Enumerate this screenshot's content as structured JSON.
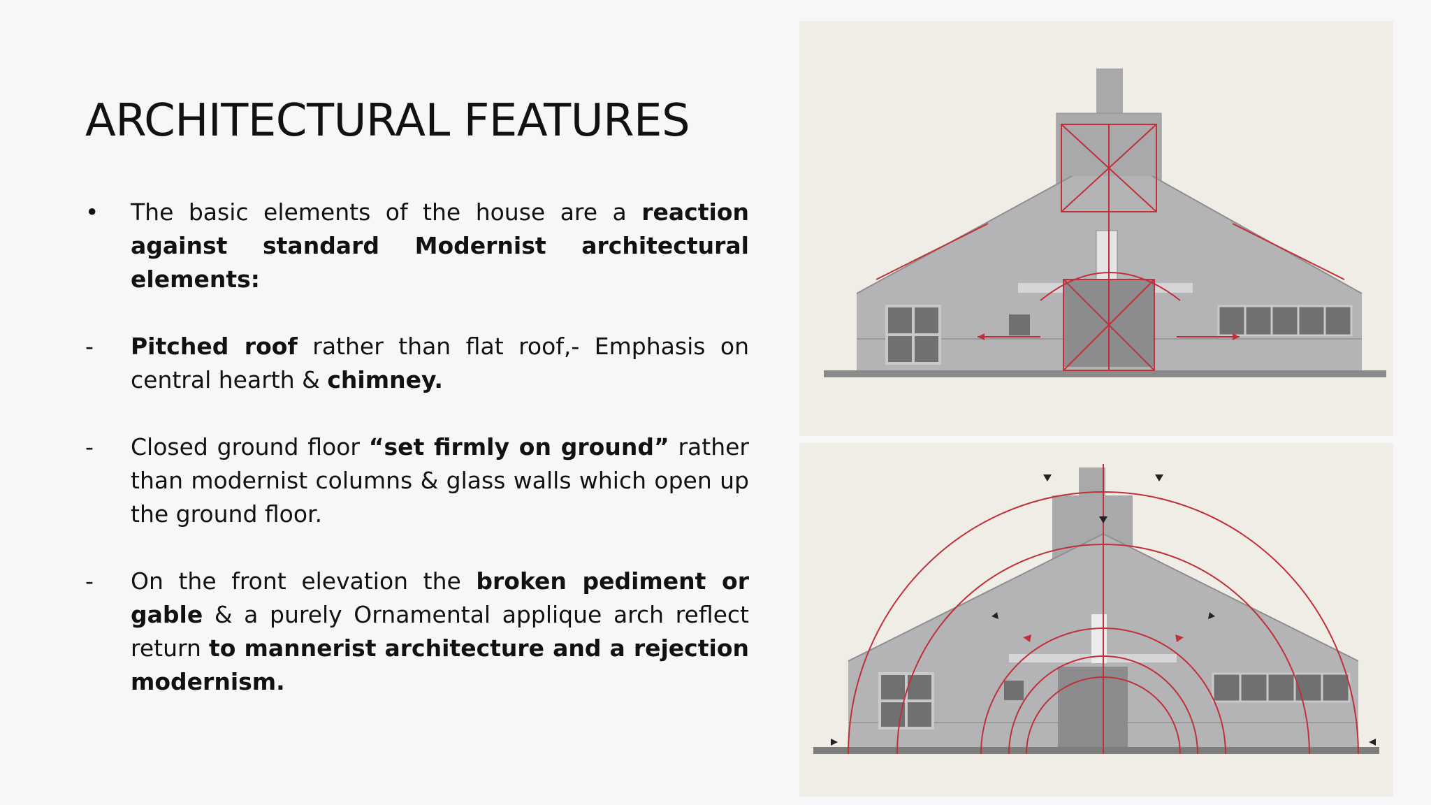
{
  "slide": {
    "title": "ARCHITECTURAL FEATURES",
    "items": [
      {
        "marker": "•",
        "parts": [
          {
            "t": "The basic elements of the house are a ",
            "b": false
          },
          {
            "t": "reaction against standard Modernist architectural elements:",
            "b": true
          }
        ]
      },
      {
        "marker": "-",
        "parts": [
          {
            "t": "Pitched roof",
            "b": true
          },
          {
            "t": " rather than flat roof,- Emphasis on central hearth & ",
            "b": false
          },
          {
            "t": "chimney.",
            "b": true
          }
        ]
      },
      {
        "marker": "-",
        "parts": [
          {
            "t": "Closed ground floor ",
            "b": false
          },
          {
            "t": "“set firmly on ground”",
            "b": true
          },
          {
            "t": " rather than modernist columns & glass walls which open up the ground floor.",
            "b": false
          }
        ]
      },
      {
        "marker": "-",
        "parts": [
          {
            "t": "On the front elevation the ",
            "b": false
          },
          {
            "t": "broken pediment or gable",
            "b": true
          },
          {
            "t": " & a purely Ornamental  applique arch reflect  return ",
            "b": false
          },
          {
            "t": "to mannerist  architecture and a rejection modernism.",
            "b": true
          }
        ]
      }
    ]
  },
  "colors": {
    "background": "#f7f7f7",
    "diagram_bg": "#efede5",
    "house_gray": "#a9a9ab",
    "window_gray": "#707070",
    "annotation_red": "#c0303a"
  },
  "images": [
    {
      "name": "elevation-diagram-geometry",
      "content": "house front elevation with red geometric overlay"
    },
    {
      "name": "elevation-diagram-arcs",
      "content": "house front elevation with red concentric arcs"
    }
  ]
}
